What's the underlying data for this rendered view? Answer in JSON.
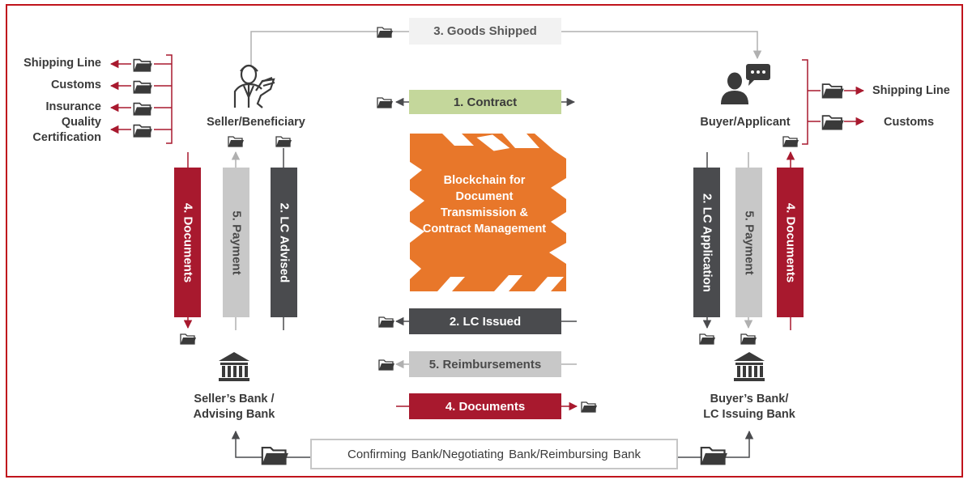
{
  "colors": {
    "frame": "#c0141c",
    "crimson": "#a8192e",
    "dark_gray": "#4a4b4e",
    "light_gray": "#c8c8c8",
    "green": "#c4d79b",
    "orange": "#e8772a",
    "line": "#b0b0b0"
  },
  "top_flow": {
    "goods_shipped": "3. Goods Shipped"
  },
  "center": {
    "contract": "1. Contract",
    "blockchain": "Blockchain for Document Transmission & Contract Management",
    "lc_issued": "2. LC Issued",
    "reimbursements": "5. Reimbursements",
    "documents": "4. Documents"
  },
  "seller": {
    "name": "Seller/Beneficiary",
    "icon": "seller-person-icon",
    "parties": [
      "Shipping Line",
      "Customs",
      "Insurance",
      "Quality",
      "Certification"
    ],
    "bars": {
      "documents": "4. Documents",
      "payment": "5. Payment",
      "lc_advised": "2. LC Advised"
    }
  },
  "buyer": {
    "name": "Buyer/Applicant",
    "icon": "buyer-person-icon",
    "parties": [
      "Shipping Line",
      "Customs"
    ],
    "bars": {
      "lc_application": "2. LC Application",
      "payment": "5. Payment",
      "documents": "4. Documents"
    }
  },
  "seller_bank": {
    "line1": "Seller’s Bank /",
    "line2": "Advising Bank",
    "icon": "bank-icon"
  },
  "buyer_bank": {
    "line1": "Buyer’s Bank/",
    "line2": "LC Issuing Bank",
    "icon": "bank-icon"
  },
  "confirming_bank": "Confirming Bank/Negotiating Bank/Reimbursing Bank"
}
